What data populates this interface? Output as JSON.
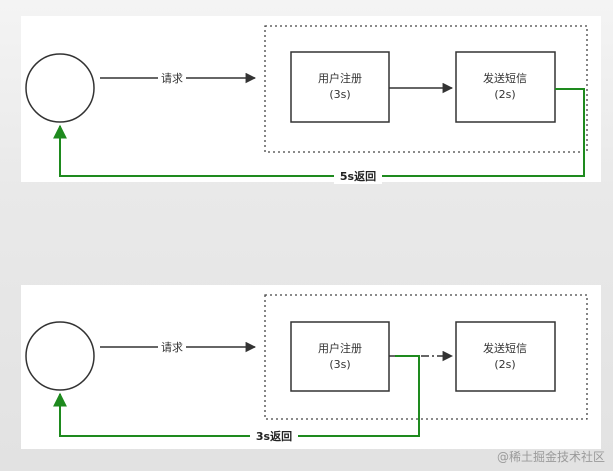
{
  "diagram1": {
    "request_label": "请求",
    "box1_title": "用户注册",
    "box1_time": "(3s)",
    "box2_title": "发送短信",
    "box2_time": "(2s)",
    "return_label": "5s返回"
  },
  "diagram2": {
    "request_label": "请求",
    "box1_title": "用户注册",
    "box1_time": "(3s)",
    "box2_title": "发送短信",
    "box2_time": "(2s)",
    "return_label": "3s返回"
  },
  "watermark": "@稀土掘金技术社区",
  "colors": {
    "line": "#333333",
    "return_path": "#1e8a1e",
    "dotted_border": "#444444"
  }
}
